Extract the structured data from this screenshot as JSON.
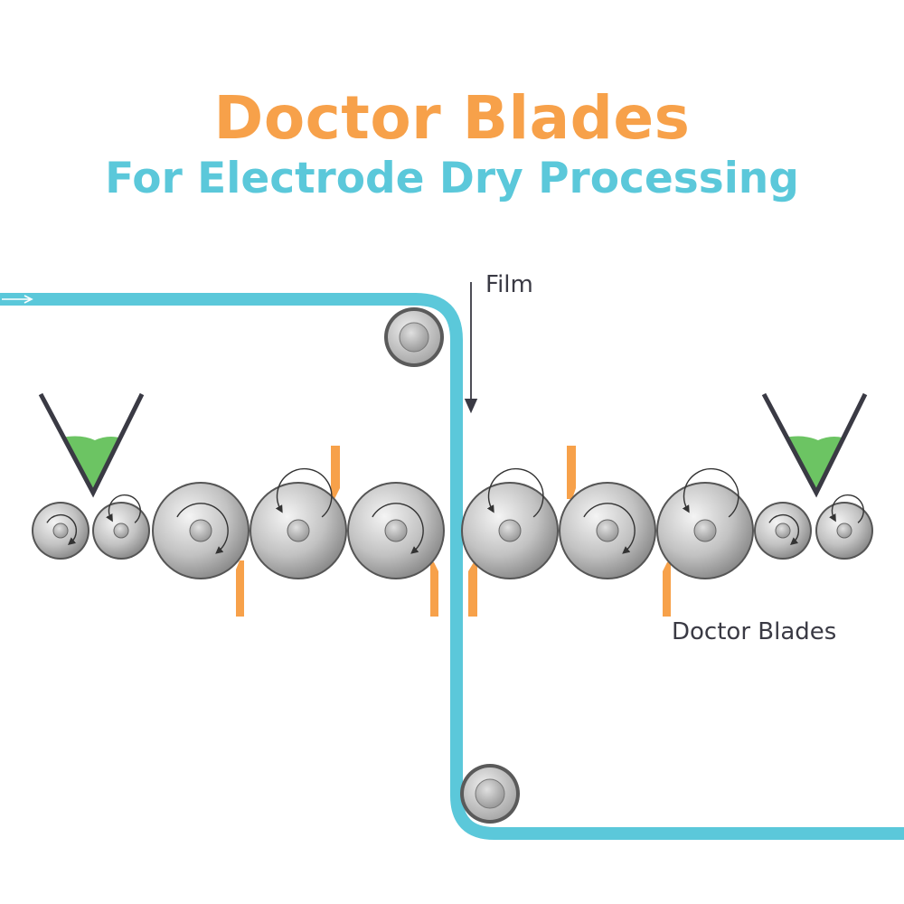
{
  "title": "Doctor Blades",
  "subtitle": "For Electrode Dry Processing",
  "labels": {
    "film": "Film",
    "doctor_blades": "Doctor Blades"
  },
  "colors": {
    "title": "#f7a14a",
    "subtitle": "#5bc8da",
    "film": "#5bc8da",
    "blade": "#f7a14a",
    "powder": "#6cc463",
    "hopper": "#3a3a44",
    "text": "#3a3a44"
  }
}
